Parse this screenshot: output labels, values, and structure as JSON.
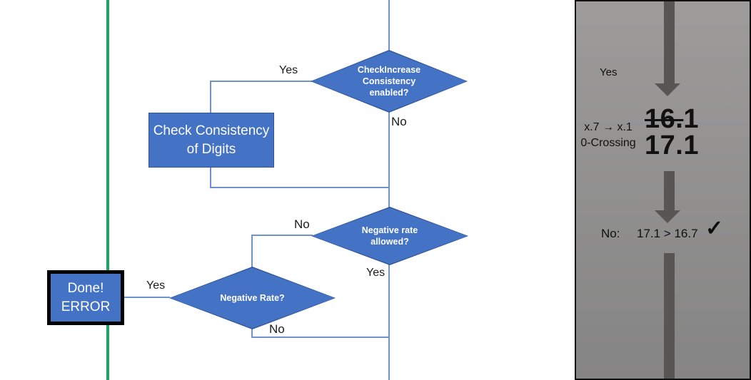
{
  "flowchart": {
    "decisions": {
      "check_increase": {
        "label": "CheckIncrease Consistency enabled?"
      },
      "negative_rate_allowed": {
        "label": "Negative rate allowed?"
      },
      "negative_rate": {
        "label": "Negative Rate?"
      }
    },
    "processes": {
      "check_consistency": {
        "line1": "Check Consistency",
        "line2": "of Digits"
      },
      "done_error": {
        "line1": "Done!",
        "line2": "ERROR"
      }
    },
    "edge_labels": {
      "check_increase_yes": "Yes",
      "check_increase_no": "No",
      "negative_rate_allowed_no": "No",
      "negative_rate_allowed_yes": "Yes",
      "negative_rate_yes": "Yes",
      "negative_rate_no": "No"
    }
  },
  "panel": {
    "yes_label": "Yes",
    "rule": {
      "line1": "x.7 → x.1",
      "line2": "0-Crossing"
    },
    "old_value": {
      "struck": "16.",
      "rest": "1"
    },
    "new_value": "17.1",
    "result": {
      "prefix": "No:",
      "comparison": "17.1 > 16.7",
      "checkmark": "✓"
    }
  },
  "colors": {
    "shape_fill": "#4472c4",
    "shape_border": "#2f5597",
    "connector": "#6f93cf",
    "green_line": "#16a85e",
    "panel_top": "#9d9c9b",
    "panel_bottom": "#858484",
    "arrow_gray": "#575655"
  }
}
